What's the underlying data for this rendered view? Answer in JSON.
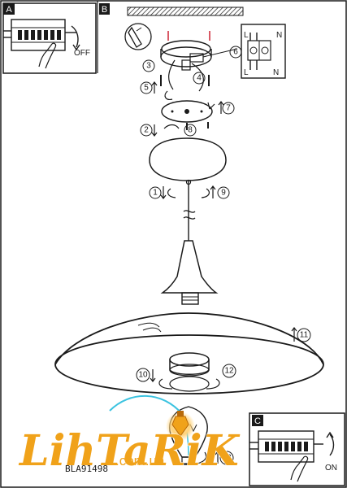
{
  "panels": {
    "a": {
      "letter": "A",
      "action": "OFF"
    },
    "b": {
      "letter": "B"
    },
    "c": {
      "letter": "C",
      "action": "ON"
    }
  },
  "terminal": {
    "l_top": "L",
    "n_top": "N",
    "l_bottom": "L",
    "n_bottom": "N"
  },
  "steps": [
    "1",
    "2",
    "3",
    "4",
    "5",
    "6",
    "7",
    "8",
    "9",
    "10",
    "11",
    "12",
    "13"
  ],
  "watermark": {
    "brand": "LihTaRiK",
    "domain": ".com.ua"
  },
  "product_code": "BLA91498",
  "colors": {
    "line": "#1a1a1a",
    "brand": "#f0a21a",
    "bulb_glow": "#ffd27a",
    "cable": "#3cc3e0"
  }
}
